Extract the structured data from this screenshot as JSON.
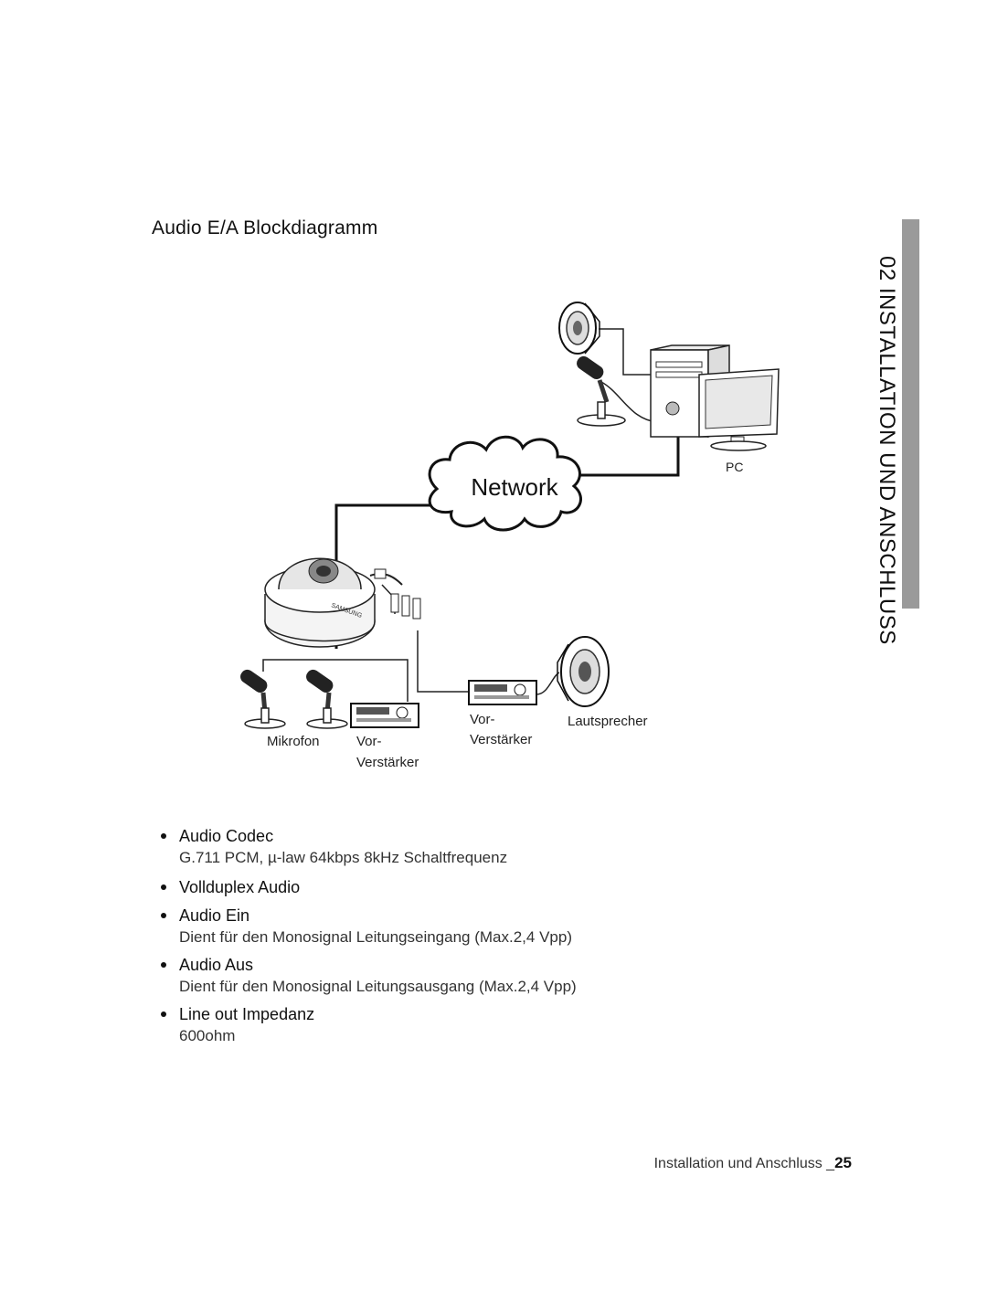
{
  "section": {
    "title": "Audio E/A Blockdiagramm"
  },
  "side_tab": {
    "label": "02 INSTALLATION UND ANSCHLUSS"
  },
  "diagram": {
    "network_label": "Network",
    "pc_label": "PC",
    "mic_label": "Mikrofon",
    "preamp_left_line1": "Vor-",
    "preamp_left_line2": "Verstärker",
    "preamp_right_line1": "Vor-",
    "preamp_right_line2": "Verstärker",
    "speaker_label": "Lautsprecher",
    "camera_brand": "SAMSUNG"
  },
  "bullets": [
    {
      "head": "Audio Codec",
      "sub": "G.711 PCM, µ-law 64kbps 8kHz Schaltfrequenz"
    },
    {
      "head": "Vollduplex Audio",
      "sub": ""
    },
    {
      "head": "Audio Ein",
      "sub": "Dient für den Monosignal Leitungseingang (Max.2,4 Vpp)"
    },
    {
      "head": "Audio Aus",
      "sub": "Dient für den Monosignal Leitungsausgang (Max.2,4 Vpp)"
    },
    {
      "head": "Line out Impedanz",
      "sub": "600ohm"
    }
  ],
  "footer": {
    "text": "Installation und Anschluss _",
    "page": "25"
  }
}
